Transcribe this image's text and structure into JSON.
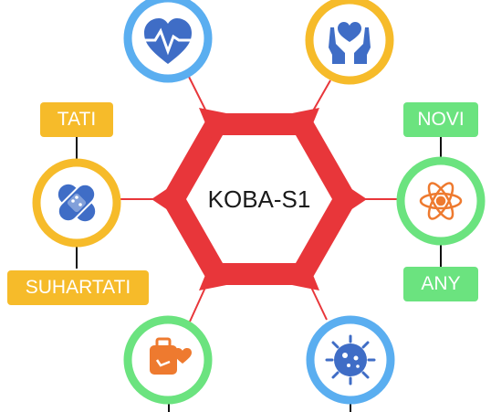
{
  "center": {
    "label": "KOBA-S1",
    "color": "#e8363a"
  },
  "nodes": [
    {
      "id": "top-left",
      "icon": "heart-pulse-icon",
      "ring_color": "#5aaef0"
    },
    {
      "id": "top-right",
      "icon": "hands-heart-icon",
      "ring_color": "#f6bb2a"
    },
    {
      "id": "left",
      "icon": "bandage-icon",
      "ring_color": "#f6bb2a",
      "labels": [
        "TATI",
        "SUHARTATI"
      ]
    },
    {
      "id": "right",
      "icon": "atom-icon",
      "ring_color": "#6be37f",
      "labels": [
        "NOVI",
        "ANY"
      ]
    },
    {
      "id": "bottom-left",
      "icon": "medical-kit-heart-icon",
      "ring_color": "#6be37f"
    },
    {
      "id": "bottom-right",
      "icon": "bacteria-icon",
      "ring_color": "#5aaef0"
    }
  ],
  "colors": {
    "orange": "#f6bb2a",
    "green": "#6be37f",
    "blue": "#5aaef0",
    "red": "#e8363a",
    "icon_blue": "#3f6dc6",
    "icon_orange": "#ee7a2f"
  }
}
